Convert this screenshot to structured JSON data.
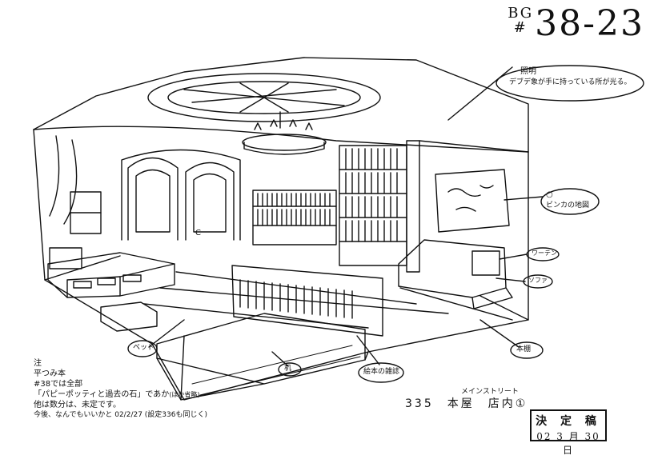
{
  "sheet": {
    "bg_prefix_top": "BG",
    "bg_prefix_bottom": "#",
    "bg_number": "38-23"
  },
  "callouts": {
    "lighting_title": "照明",
    "lighting_note": "デブデ象が手に持っている所が光る。",
    "map_mark": "○",
    "map_note": "ビンカの地図",
    "sofa_tv": "ワーテン",
    "sofa": "ソファ",
    "bookshelf": "本棚",
    "lamp_label": "C",
    "bed": "ベッド",
    "picture_books": "絵本の雑誌",
    "desk": "机"
  },
  "notes": {
    "marker": "注",
    "line1": "平つみ本",
    "line2": "#38では全部",
    "line3": "「パピーポッティと過去の石」であか",
    "line3_sub": "(ほか省略)",
    "line4": "他は数分は、未定です。",
    "line5": "今後、なんでもいいかと 02/2/27 (設定336も同じく)"
  },
  "scene": {
    "id": "335　本屋　店内①",
    "sub": "メインストリート"
  },
  "stamp": {
    "title": "決 定 稿",
    "date": "02 3 月 30 日"
  },
  "colors": {
    "ink": "#111111",
    "paper": "#ffffff"
  }
}
